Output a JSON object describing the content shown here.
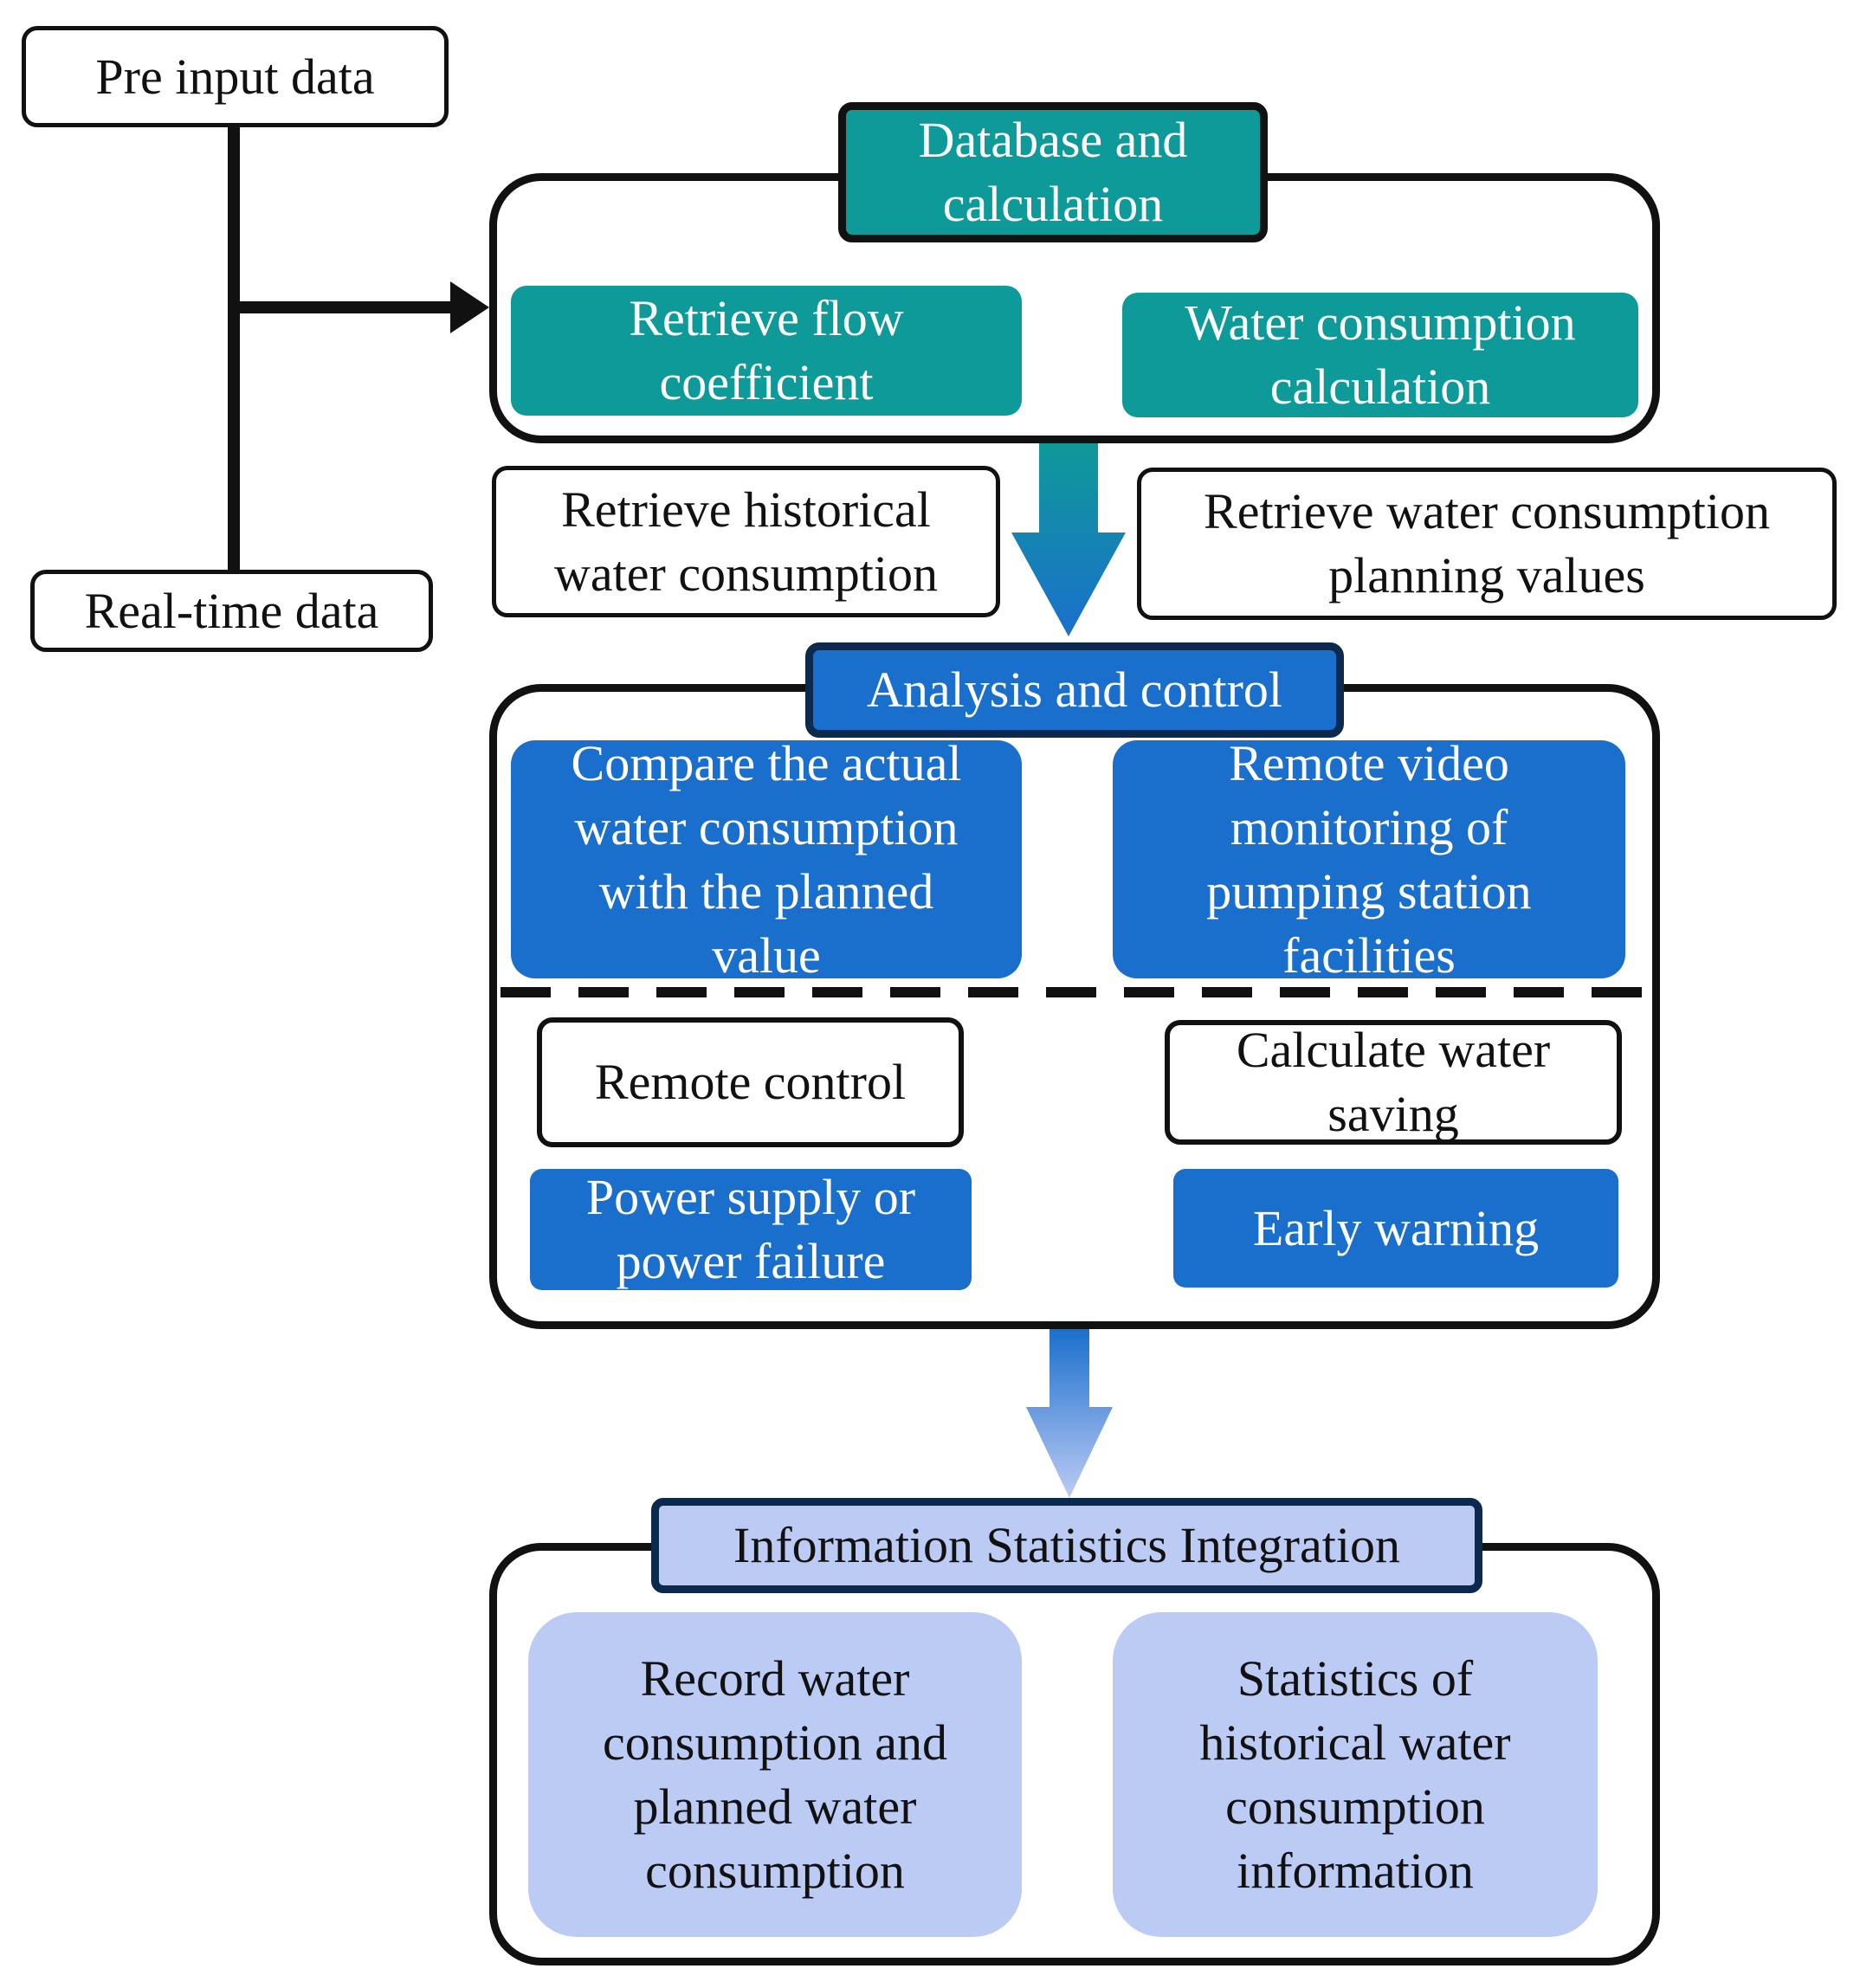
{
  "inputs": {
    "pre_input": "Pre input data",
    "real_time": "Real-time data"
  },
  "database_section": {
    "title": "Database and calculation",
    "left": "Retrieve flow coefficient",
    "right": "Water consumption calculation"
  },
  "retrieve": {
    "historical": "Retrieve historical water consumption",
    "planning": "Retrieve water consumption planning values"
  },
  "analysis_section": {
    "title": "Analysis and control",
    "compare": "Compare the actual water consumption with the planned value",
    "video": "Remote video monitoring of pumping station facilities",
    "remote_control": "Remote control",
    "calc_saving": "Calculate water saving",
    "power": "Power supply or power failure",
    "warning": "Early warning"
  },
  "info_section": {
    "title": "Information Statistics Integration",
    "record": "Record water consumption and planned water consumption",
    "statistics": "Statistics of historical water consumption information"
  },
  "colors": {
    "teal": "#0e9a98",
    "blue": "#1b6fcc",
    "light_blue": "#bccbf4",
    "outline": "#111111"
  }
}
